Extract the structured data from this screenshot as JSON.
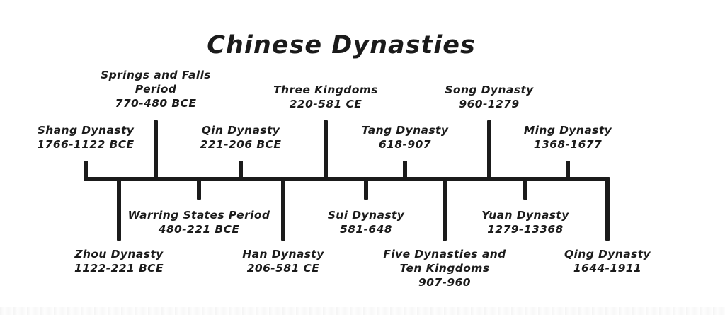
{
  "title": "Chinese Dynasties",
  "colors": {
    "ink": "#1b1b1b",
    "background": "#ffffff"
  },
  "events_above": [
    {
      "id": "shang",
      "name": "Shang Dynasty",
      "period": "1766-1122 BCE"
    },
    {
      "id": "springs-falls",
      "name": "Springs and Falls",
      "name2": "Period",
      "period": "770-480 BCE"
    },
    {
      "id": "qin",
      "name": "Qin Dynasty",
      "period": "221-206 BCE"
    },
    {
      "id": "three-kingdoms",
      "name": "Three Kingdoms",
      "period": "220-581 CE"
    },
    {
      "id": "tang",
      "name": "Tang Dynasty",
      "period": "618-907"
    },
    {
      "id": "song",
      "name": "Song Dynasty",
      "period": "960-1279"
    },
    {
      "id": "ming",
      "name": "Ming Dynasty",
      "period": "1368-1677"
    }
  ],
  "events_below": [
    {
      "id": "zhou",
      "name": "Zhou Dynasty",
      "period": "1122-221 BCE"
    },
    {
      "id": "warring-states",
      "name": "Warring States Period",
      "period": "480-221 BCE"
    },
    {
      "id": "han",
      "name": "Han Dynasty",
      "period": "206-581 CE"
    },
    {
      "id": "sui",
      "name": "Sui Dynasty",
      "period": "581-648"
    },
    {
      "id": "five-dynasties",
      "name": "Five Dynasties and",
      "name2": "Ten Kingdoms",
      "period": "907-960"
    },
    {
      "id": "yuan",
      "name": "Yuan Dynasty",
      "period": "1279-13368"
    },
    {
      "id": "qing",
      "name": "Qing Dynasty",
      "period": "1644-1911"
    }
  ]
}
